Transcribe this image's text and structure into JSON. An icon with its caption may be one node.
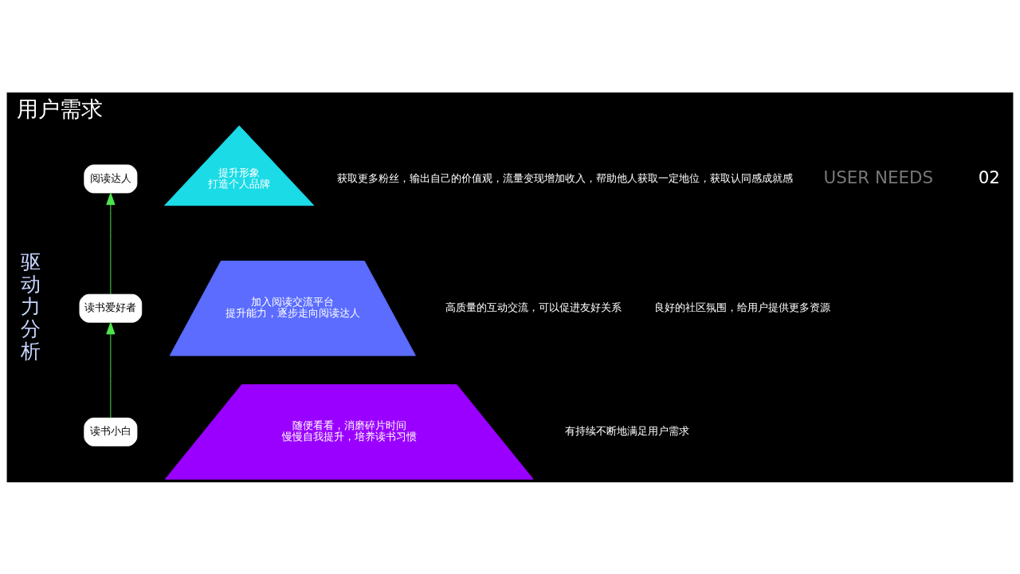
{
  "diagram": {
    "title": "用户需求",
    "nodes": [
      {
        "text": [
          "阅读达人"
        ]
      },
      {
        "text": [
          "读书爱好者"
        ]
      },
      {
        "text": [
          "读书小白"
        ]
      },
      {
        "text": [
          "提升形象",
          "打造个人品牌"
        ],
        "beside": [
          "获取更多粉丝，输出自己的价值观，流量变现增加收入，帮助他人获取一定地位，获取认同感成就感"
        ]
      },
      {
        "text": [
          "加入阅读交流平台",
          "提升能力，逐步走向阅读达人"
        ],
        "beside": [
          "高质量的互动交流，可以促进友好关系",
          "良好的社区氛围，给用户提供更多资源"
        ]
      },
      {
        "text": [
          "随便看看，消磨碎片时间",
          "慢慢自我提升，培养读书习惯"
        ],
        "beside": [
          "有持续不断地满足用户需求"
        ]
      }
    ],
    "edges": [
      {
        "from": 2,
        "to": 1,
        "arrow": "to"
      },
      {
        "from": 1,
        "to": 0,
        "arrow": "to"
      }
    ],
    "labels": [
      "USER NEEDS",
      "02",
      "驱动力分析"
    ]
  }
}
